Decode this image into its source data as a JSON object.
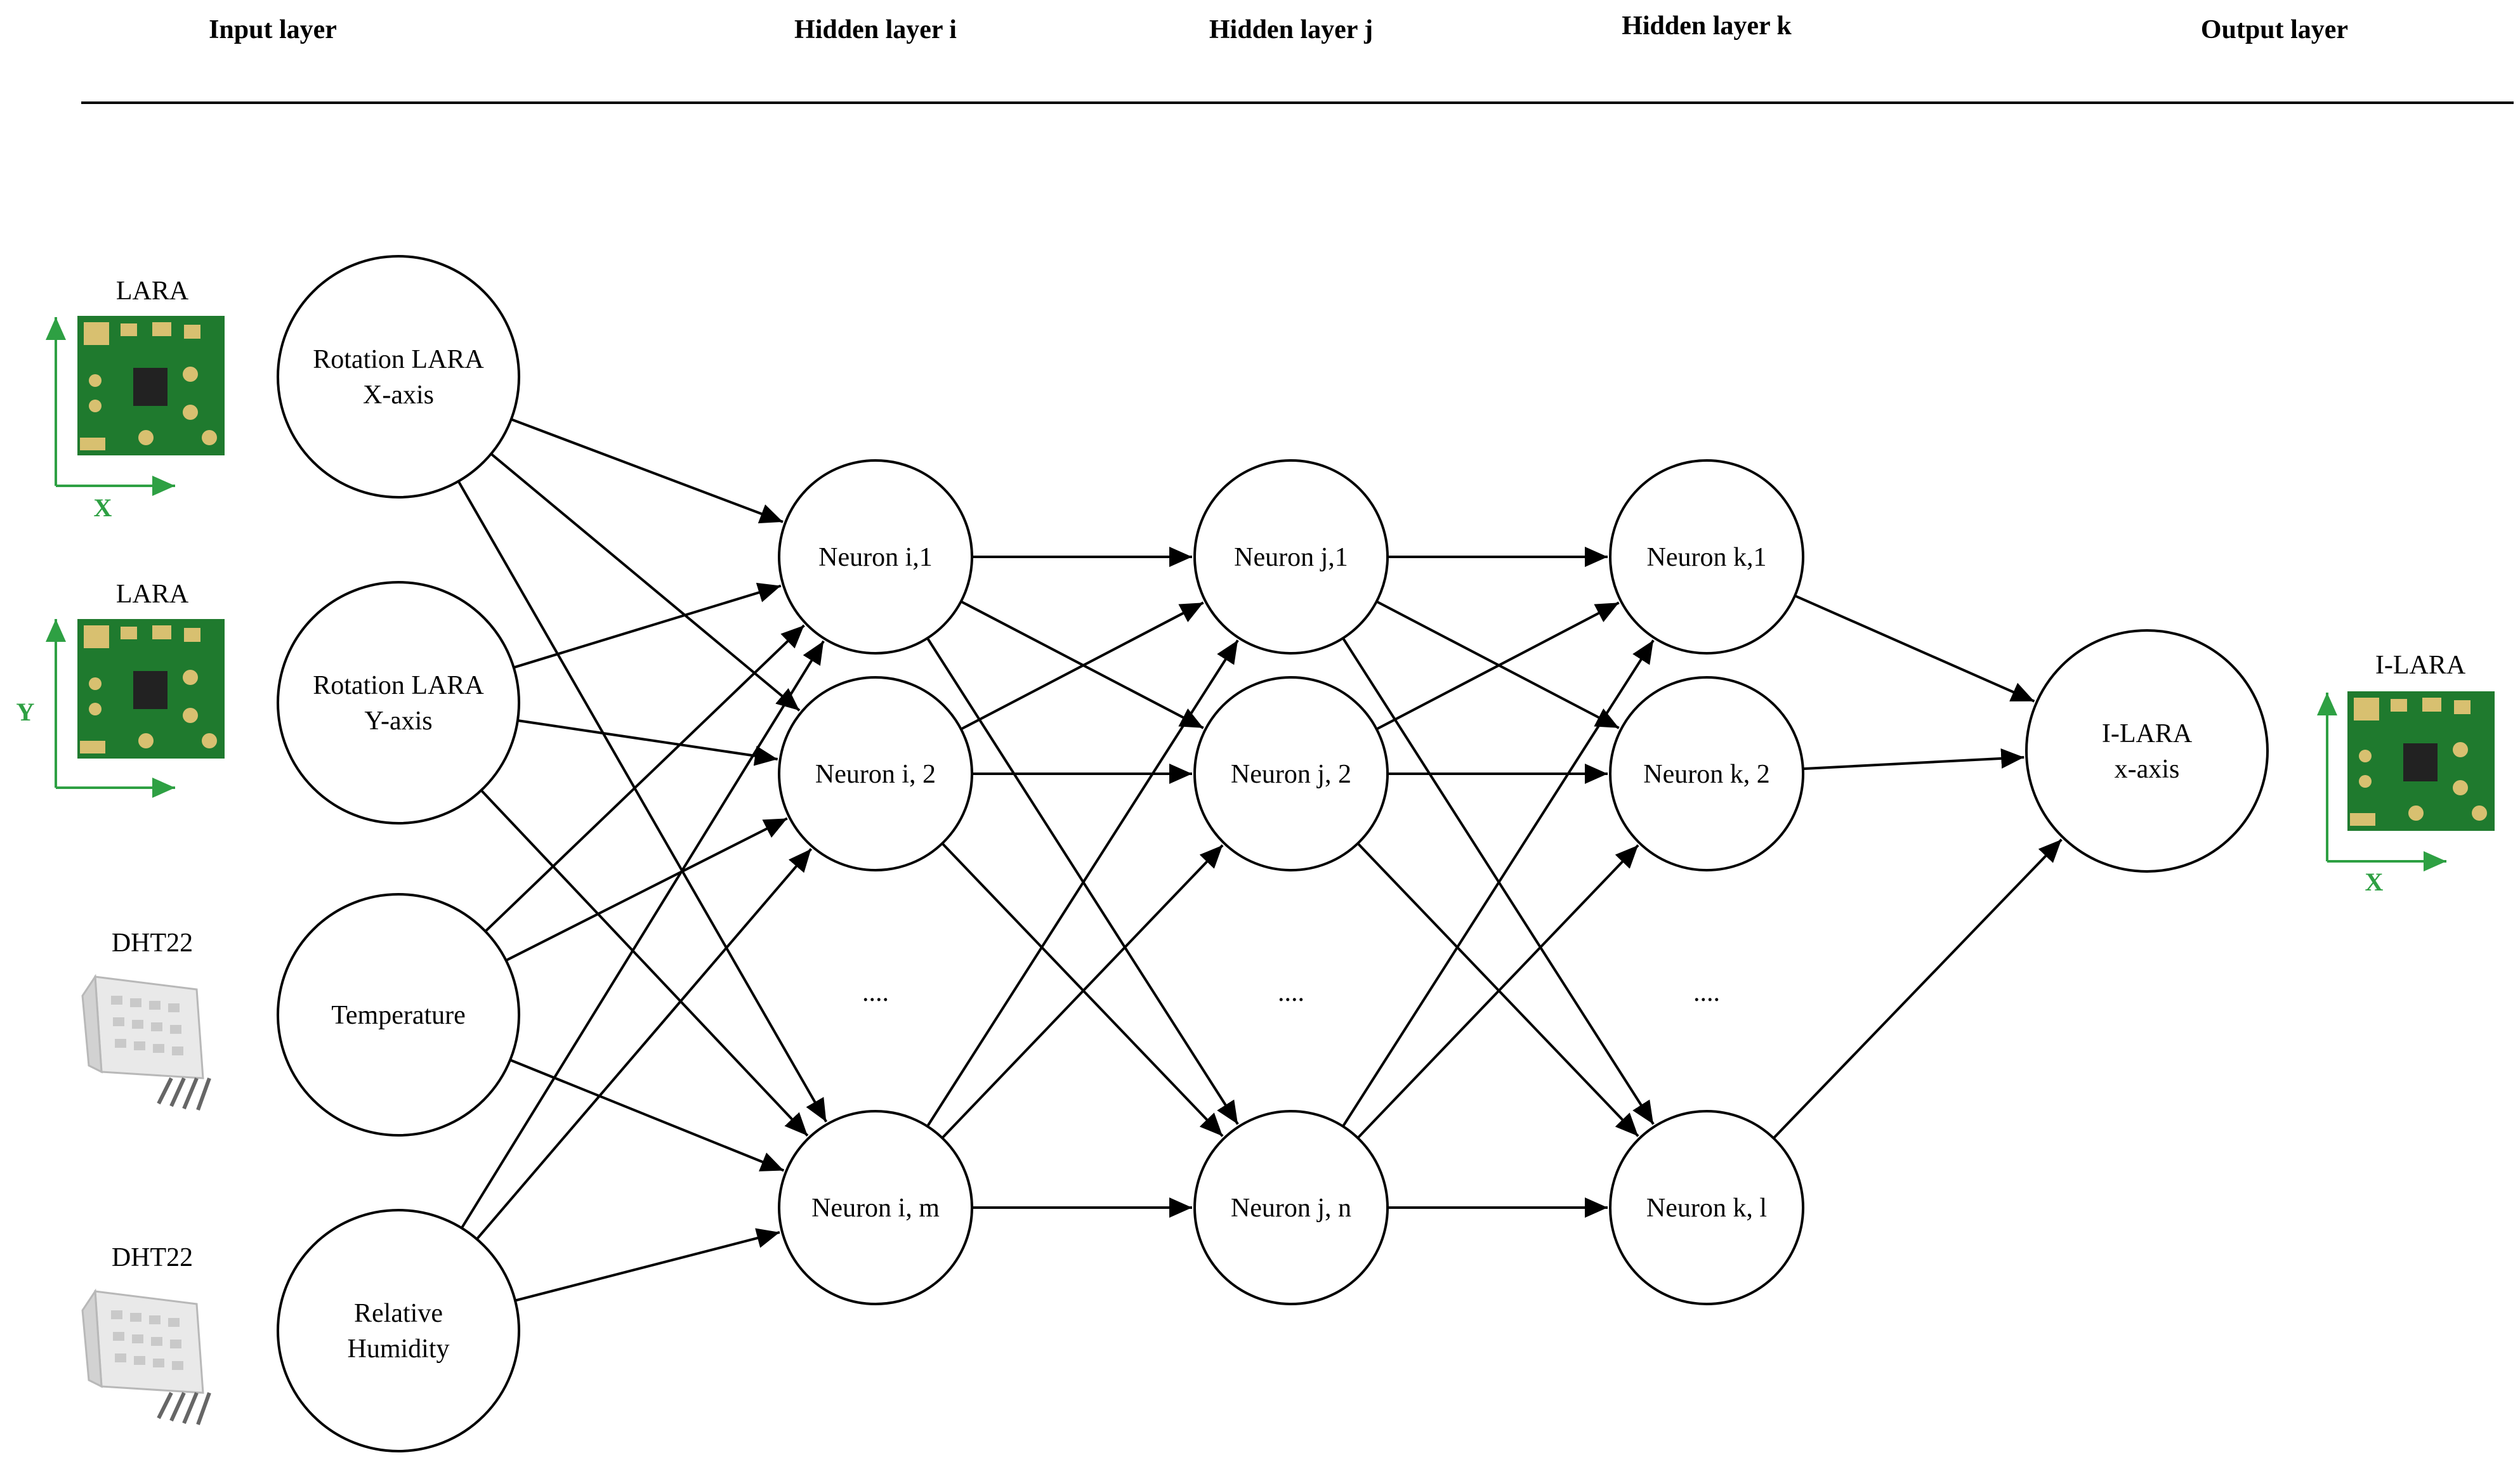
{
  "headers": {
    "input": "Input layer",
    "hidden_i": "Hidden layer i",
    "hidden_j": "Hidden layer j",
    "hidden_k": "Hidden layer k",
    "output": "Output layer"
  },
  "inputs": [
    {
      "line1": "Rotation LARA",
      "line2": "X-axis"
    },
    {
      "line1": "Rotation LARA",
      "line2": "Y-axis"
    },
    {
      "line1": "Temperature",
      "line2": ""
    },
    {
      "line1": "Relative",
      "line2": "Humidity"
    }
  ],
  "sensors": [
    {
      "name": "LARA",
      "axis_label": "X"
    },
    {
      "name": "LARA",
      "axis_label": "Y"
    },
    {
      "name": "DHT22"
    },
    {
      "name": "DHT22"
    }
  ],
  "layer_i": [
    "Neuron i,1",
    "Neuron i, 2",
    "Neuron i, m"
  ],
  "layer_j": [
    "Neuron j,1",
    "Neuron j, 2",
    "Neuron j, n"
  ],
  "layer_k": [
    "Neuron k,1",
    "Neuron k, 2",
    "Neuron k, l"
  ],
  "ellipsis": "....",
  "output_node": {
    "line1": "I-LARA",
    "line2": "x-axis"
  },
  "output_sensor": {
    "name": "I-LARA",
    "axis_label": "X"
  },
  "colors": {
    "axis_green": "#2ea043",
    "pcb_green": "#1f7a2e",
    "pcb_pad": "#d8c070"
  }
}
